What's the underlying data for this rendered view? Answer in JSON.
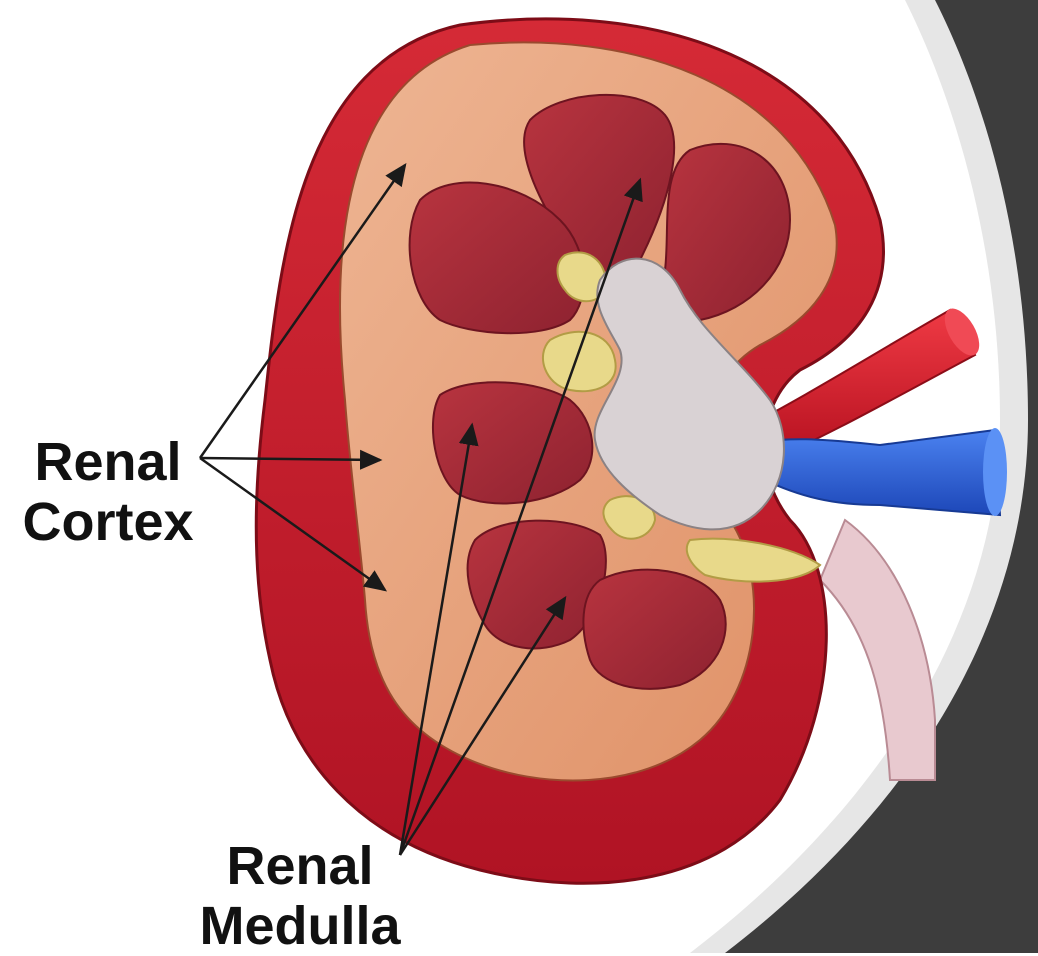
{
  "labels": {
    "cortex": {
      "line1": "Renal",
      "line2": "Cortex"
    },
    "medulla": {
      "line1": "Renal",
      "line2": "Medulla"
    }
  },
  "colors": {
    "background": "#ffffff",
    "dark_panel": "#3d3d3d",
    "ring": "#e6e6e6",
    "kidney_outer": "#c8182a",
    "cortex": "#e9a37c",
    "medulla": "#a9303c",
    "sinus_fat": "#e8d98a",
    "pelvis": "#d9d2d4",
    "artery": "#d41c2a",
    "vein": "#2a5fd6",
    "ureter": "#e8c9cf",
    "arrow": "#1a1a1a"
  }
}
